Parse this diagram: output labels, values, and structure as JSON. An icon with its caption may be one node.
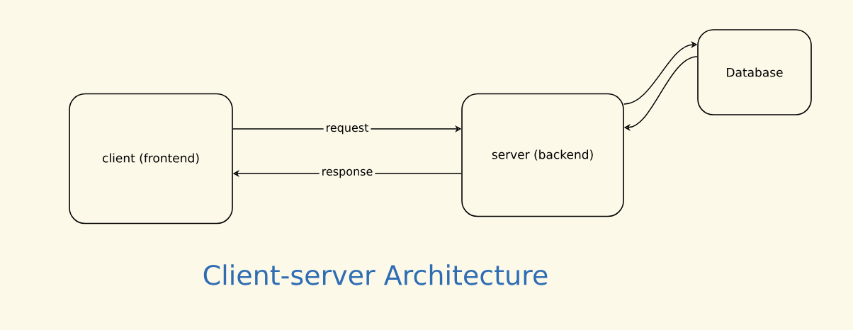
{
  "diagram": {
    "title": "Client-server Architecture",
    "nodes": [
      {
        "text": [
          "client (frontend)"
        ]
      },
      {
        "text": [
          "server (backend)"
        ]
      },
      {
        "text": [
          "Database"
        ]
      }
    ],
    "edges": [
      {
        "from": 0,
        "to": 1,
        "arrow": "to",
        "label": "request"
      },
      {
        "from": 1,
        "to": 0,
        "arrow": "to",
        "label": "response"
      },
      {
        "from": 1,
        "to": 2,
        "arrow": "to"
      },
      {
        "from": 2,
        "to": 1,
        "arrow": "to"
      }
    ]
  }
}
